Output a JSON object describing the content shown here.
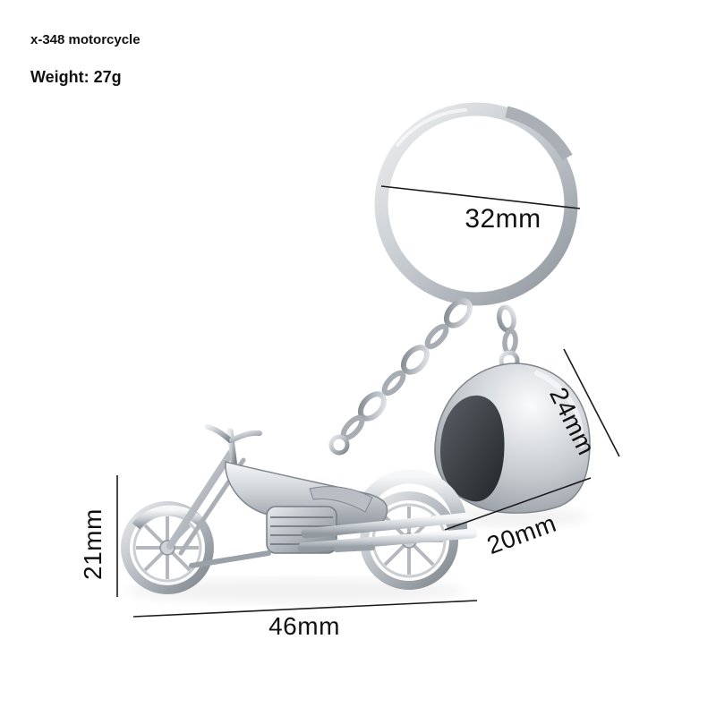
{
  "product": {
    "code": "x-348 motorcycle",
    "weight": "Weight: 27g"
  },
  "dimensions": {
    "ring_diameter": "32mm",
    "helmet_height": "24mm",
    "helmet_width": "20mm",
    "motorcycle_height": "21mm",
    "motorcycle_length": "46mm"
  },
  "graphic": {
    "subject": "silver metal motorcycle keychain with key ring, chain and helmet charm",
    "parts": [
      "keyring",
      "chain",
      "helmet-charm",
      "motorcycle-charm"
    ],
    "colors": {
      "background": "#ffffff",
      "metal_light": "#f6f7f8",
      "metal_mid": "#c3c8cd",
      "metal_dark": "#878e95",
      "helmet_cavity": "#24282c",
      "dimension_line": "#1a1a1a",
      "text": "#111111"
    }
  }
}
